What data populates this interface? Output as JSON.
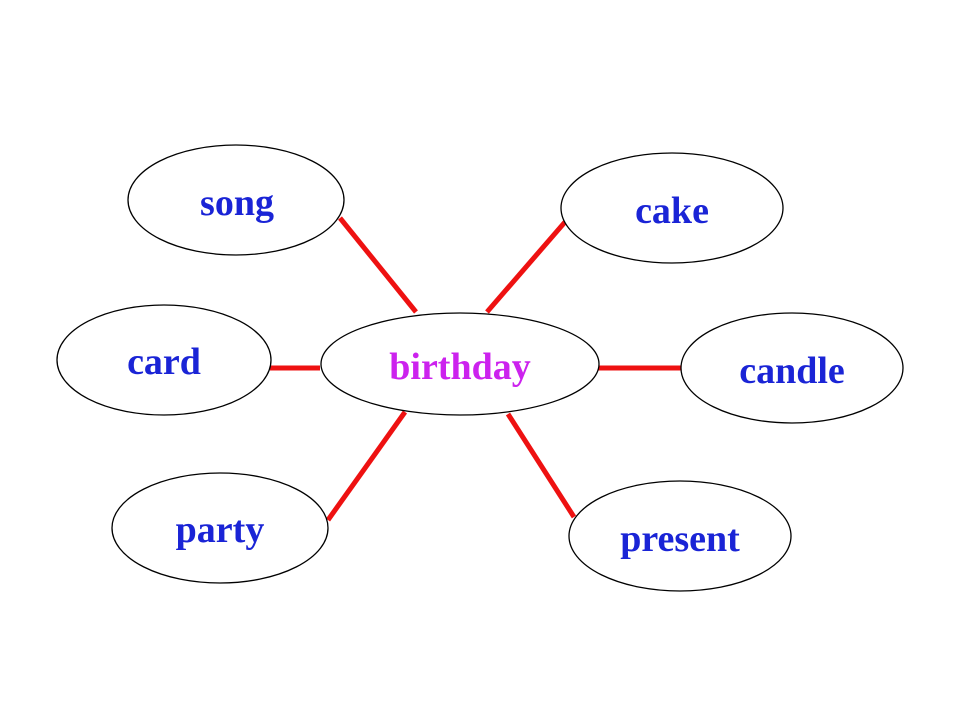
{
  "center": {
    "label": "birthday",
    "color": "#cc22ee"
  },
  "branch_color": "#1a24d6",
  "connector_color": "#ee1111",
  "branches": [
    {
      "id": "song",
      "label": "song"
    },
    {
      "id": "cake",
      "label": "cake"
    },
    {
      "id": "card",
      "label": "card"
    },
    {
      "id": "candle",
      "label": "candle"
    },
    {
      "id": "party",
      "label": "party"
    },
    {
      "id": "present",
      "label": "present"
    }
  ]
}
